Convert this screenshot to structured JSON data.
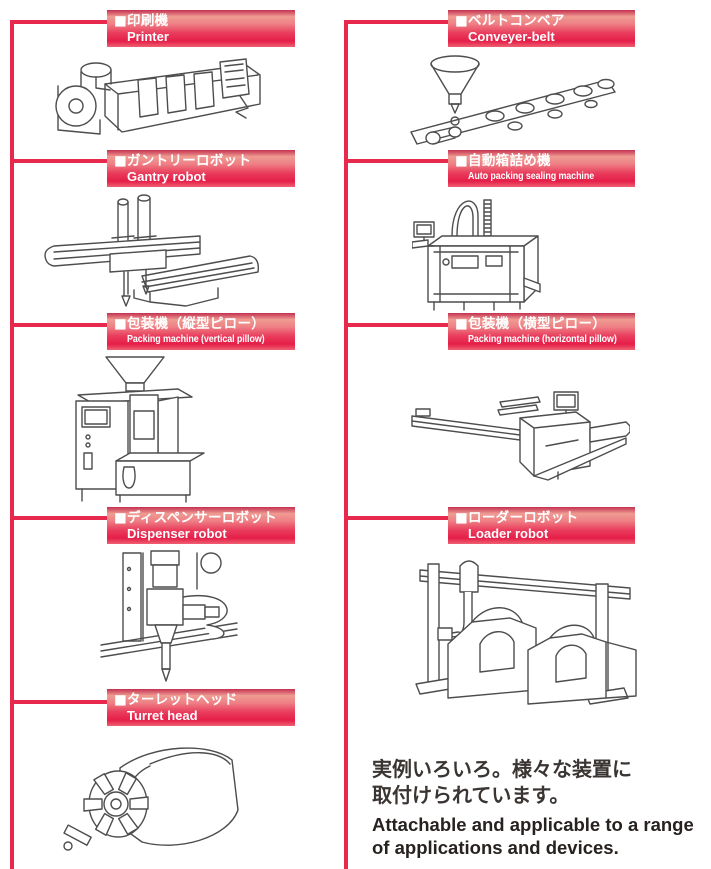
{
  "colors": {
    "banner_gradient_top": "#c43050",
    "banner_gradient_light": "#ef9b92",
    "banner_gradient_deep": "#e51e48",
    "connector_line": "#e8294e",
    "banner_text": "#ffffff",
    "footer_jp_text": "#3a3532",
    "footer_en_text": "#272220",
    "illustration_stroke": "#4d4d4d"
  },
  "columns": {
    "left": {
      "items": [
        {
          "jp": "■印刷機",
          "en": "Printer",
          "illustration": "printer"
        },
        {
          "jp": "■ガントリーロボット",
          "en": "Gantry robot",
          "illustration": "gantry-robot"
        },
        {
          "jp": "■包装機（縦型ピロー）",
          "en": "Packing machine (vertical pillow)",
          "illustration": "packing-machine-vertical-pillow"
        },
        {
          "jp": "■ディスペンサーロボット",
          "en": "Dispenser robot",
          "illustration": "dispenser-robot"
        },
        {
          "jp": "■ターレットヘッド",
          "en": "Turret head",
          "illustration": "turret-head"
        }
      ]
    },
    "right": {
      "items": [
        {
          "jp": "■ベルトコンベア",
          "en": "Conveyer-belt",
          "illustration": "conveyer-belt"
        },
        {
          "jp": "■自動箱詰め機",
          "en": "Auto packing sealing machine",
          "illustration": "auto-packing-sealing-machine"
        },
        {
          "jp": "■包装機（横型ピロー）",
          "en": "Packing machine (horizontal pillow)",
          "illustration": "packing-machine-horizontal-pillow"
        },
        {
          "jp": "■ローダーロボット",
          "en": "Loader robot",
          "illustration": "loader-robot"
        }
      ]
    }
  },
  "footer": {
    "jp_line1": "実例いろいろ。様々な装置に",
    "jp_line2": "取付けられています。",
    "en_line1": "Attachable and applicable to a range",
    "en_line2": "of applications and devices."
  }
}
